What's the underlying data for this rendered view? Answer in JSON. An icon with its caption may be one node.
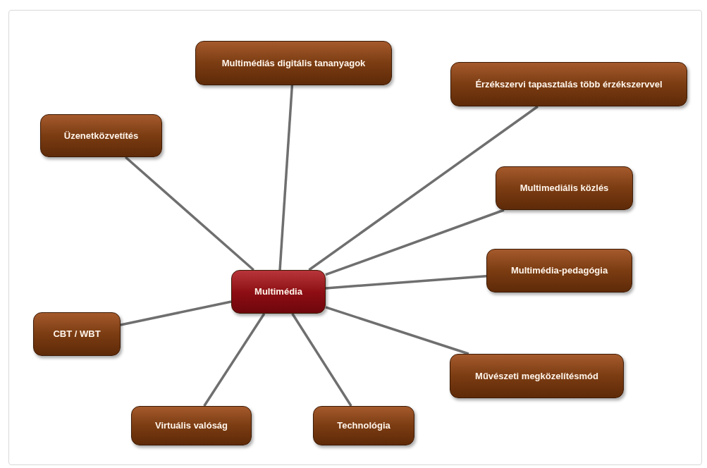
{
  "diagram": {
    "nodes": [
      {
        "text": [
          "Multimédiás digitális tananyagok"
        ]
      },
      {
        "text": [
          "Érzékszervi tapasztalás több érzékszervvel"
        ]
      },
      {
        "text": [
          "Üzenetközvetítés"
        ]
      },
      {
        "text": [
          "Multimediális közlés"
        ]
      },
      {
        "text": [
          "Multimédia"
        ]
      },
      {
        "text": [
          "Multimédia-pedagógia"
        ]
      },
      {
        "text": [
          "CBT / WBT"
        ]
      },
      {
        "text": [
          "Művészeti megközelítésmód"
        ]
      },
      {
        "text": [
          "Virtuális valóság"
        ]
      },
      {
        "text": [
          "Technológia"
        ]
      }
    ],
    "edges": [
      {
        "from": 4,
        "to": 0,
        "arrow": "none"
      },
      {
        "from": 4,
        "to": 1,
        "arrow": "none"
      },
      {
        "from": 4,
        "to": 2,
        "arrow": "none"
      },
      {
        "from": 4,
        "to": 3,
        "arrow": "none"
      },
      {
        "from": 4,
        "to": 5,
        "arrow": "none"
      },
      {
        "from": 4,
        "to": 6,
        "arrow": "none"
      },
      {
        "from": 4,
        "to": 7,
        "arrow": "none"
      },
      {
        "from": 4,
        "to": 8,
        "arrow": "none"
      },
      {
        "from": 4,
        "to": 9,
        "arrow": "none"
      }
    ]
  }
}
